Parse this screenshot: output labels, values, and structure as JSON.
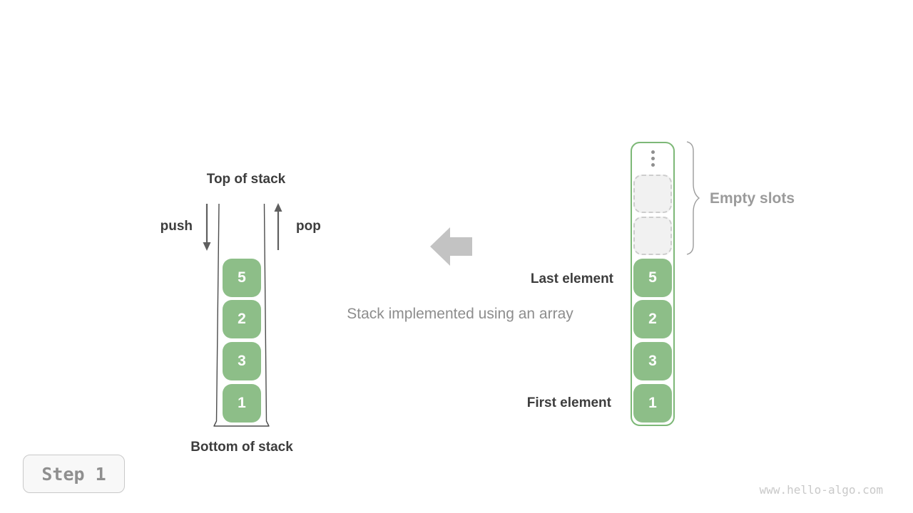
{
  "left_stack": {
    "top_label": "Top of stack",
    "bottom_label": "Bottom of stack",
    "push_label": "push",
    "pop_label": "pop",
    "cells": [
      "5",
      "2",
      "3",
      "1"
    ]
  },
  "center": {
    "caption": "Stack implemented using an array",
    "arrow_icon": "block-arrow-left"
  },
  "array_stack": {
    "ellipsis_icon": "vertical-ellipsis",
    "empty_slots_label": "Empty slots",
    "last_element_label": "Last element",
    "first_element_label": "First element",
    "empty_slot_count": 2,
    "cells": [
      "5",
      "2",
      "3",
      "1"
    ]
  },
  "footer": {
    "step_label": "Step 1",
    "watermark": "www.hello-algo.com"
  },
  "colors": {
    "cell_green": "#8dbe88",
    "container_border_green": "#7db877",
    "label_dark": "#3d3d3d",
    "muted_gray": "#8d8d8d",
    "brace_gray": "#9b9b9b",
    "block_arrow_gray": "#c3c3c3",
    "empty_slot_fill": "#f1f1f1",
    "empty_slot_border": "#cdcdcd"
  }
}
